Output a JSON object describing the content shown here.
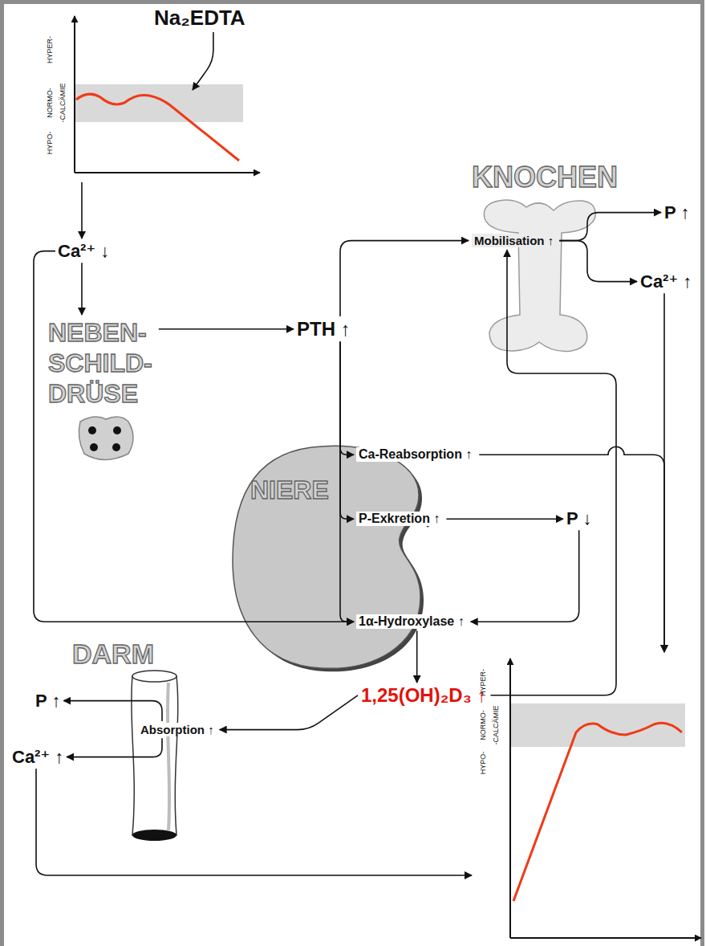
{
  "diagram": {
    "nodes": [
      {
        "text": [
          "Na₂EDTA"
        ]
      },
      {
        "text": [
          "HYPER-",
          "NORMO-",
          "HYPO-",
          "-CALCÄMIE"
        ]
      },
      {
        "text": [
          "KNOCHEN"
        ]
      },
      {
        "text": [
          "Mobilisation ↑"
        ],
        "in": 2
      },
      {
        "text": [
          "P ↑"
        ]
      },
      {
        "text": [
          "Ca²⁺ ↑"
        ]
      },
      {
        "text": [
          "Ca²⁺ ↓"
        ]
      },
      {
        "text": [
          "NEBEN- SCHILD- DRÜSE"
        ]
      },
      {
        "text": [
          "PTH ↑"
        ]
      },
      {
        "text": [
          "NIERE"
        ]
      },
      {
        "text": [
          "Ca-Reabsorption ↑"
        ],
        "in": 9
      },
      {
        "text": [
          "P-Exkretion ↑"
        ],
        "in": 9
      },
      {
        "text": [
          "P ↓"
        ]
      },
      {
        "text": [
          "1α-Hydroxylase ↑"
        ],
        "in": 9
      },
      {
        "text": [
          "DARM"
        ]
      },
      {
        "text": [
          "1,25(OH)₂D₃ ↑"
        ]
      },
      {
        "text": [
          "Absorption ↑"
        ],
        "in": 14
      },
      {
        "text": [
          "P ↑"
        ]
      },
      {
        "text": [
          "Ca²⁺ ↑"
        ]
      },
      {
        "text": [
          "HYPER-",
          "NORMO-",
          "HYPO-",
          "-CALCÄMIE"
        ]
      }
    ],
    "edges": [
      {
        "from": 0,
        "to": 1,
        "arrow": "to"
      },
      {
        "from": 1,
        "to": 6,
        "arrow": "to"
      },
      {
        "from": 6,
        "to": 7,
        "arrow": "to"
      },
      {
        "from": 6,
        "to": 13,
        "arrow": "to"
      },
      {
        "from": 7,
        "to": 8,
        "arrow": "to"
      },
      {
        "from": 8,
        "to": 3,
        "arrow": "to"
      },
      {
        "from": 8,
        "to": 10,
        "arrow": "to"
      },
      {
        "from": 8,
        "to": 11,
        "arrow": "to"
      },
      {
        "from": 8,
        "to": 13,
        "arrow": "to"
      },
      {
        "from": 11,
        "to": 12,
        "arrow": "to"
      },
      {
        "from": 12,
        "to": 13,
        "arrow": "to"
      },
      {
        "from": 13,
        "to": 15,
        "arrow": "to"
      },
      {
        "from": 15,
        "to": 3,
        "arrow": "to"
      },
      {
        "from": 15,
        "to": 16,
        "arrow": "to"
      },
      {
        "from": 3,
        "to": 4,
        "arrow": "to"
      },
      {
        "from": 3,
        "to": 5,
        "arrow": "to"
      },
      {
        "from": 5,
        "to": 19,
        "arrow": "to"
      },
      {
        "from": 10,
        "to": 19,
        "arrow": "to"
      },
      {
        "from": 16,
        "to": 17,
        "arrow": "to"
      },
      {
        "from": 16,
        "to": 18,
        "arrow": "to"
      },
      {
        "from": 18,
        "to": 19,
        "arrow": "to"
      }
    ]
  }
}
